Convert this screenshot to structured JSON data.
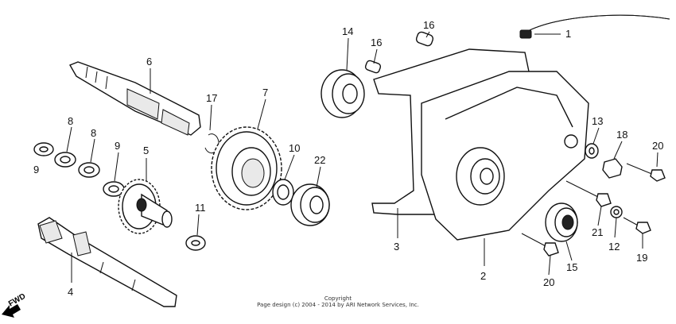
{
  "callouts": [
    "1",
    "2",
    "3",
    "4",
    "5",
    "6",
    "7",
    "8",
    "8",
    "9",
    "9",
    "10",
    "11",
    "12",
    "13",
    "14",
    "15",
    "16",
    "16",
    "17",
    "18",
    "19",
    "20",
    "20",
    "21",
    "22"
  ],
  "copyright": {
    "line1": "Copyright",
    "line2": "Page design (c) 2004 - 2014 by ARI Network Services, Inc."
  },
  "direction_label": "FWD",
  "colors": {
    "ink": "#111111",
    "background": "#ffffff"
  }
}
